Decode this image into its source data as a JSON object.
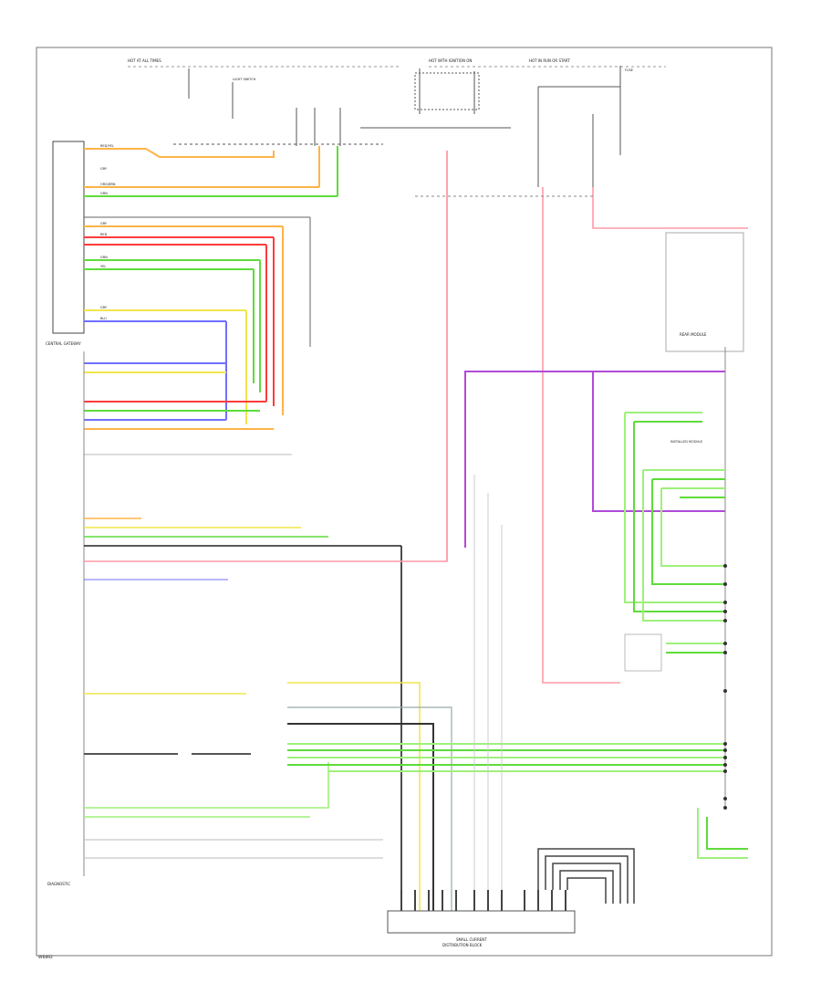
{
  "colors": {
    "red": "#ff3b3b",
    "pink": "#ff9aa8",
    "orange": "#ffb347",
    "yellow": "#f0e64a",
    "green": "#5edc3a",
    "lightgreen": "#9ef07a",
    "blue": "#6f6fff",
    "violet": "#b04ad8",
    "gray": "#8a8a8a",
    "black": "#222222"
  },
  "labels": {
    "footer": "W6892",
    "central_module": "CENTRAL GATEWAY",
    "bottom_left": "DIAGNOSTIC",
    "bottom_block_1": "SMALL CURRENT",
    "bottom_block_2": "DISTRIBUTION BLOCK",
    "right_module": "REAR MODULE",
    "module_right_2": "INSTALLED MODULE",
    "top_1": "HOT AT ALL TIMES",
    "top_2": "HOT WITH IGNITION ON",
    "top_3": "HOT IN RUN OR START"
  }
}
